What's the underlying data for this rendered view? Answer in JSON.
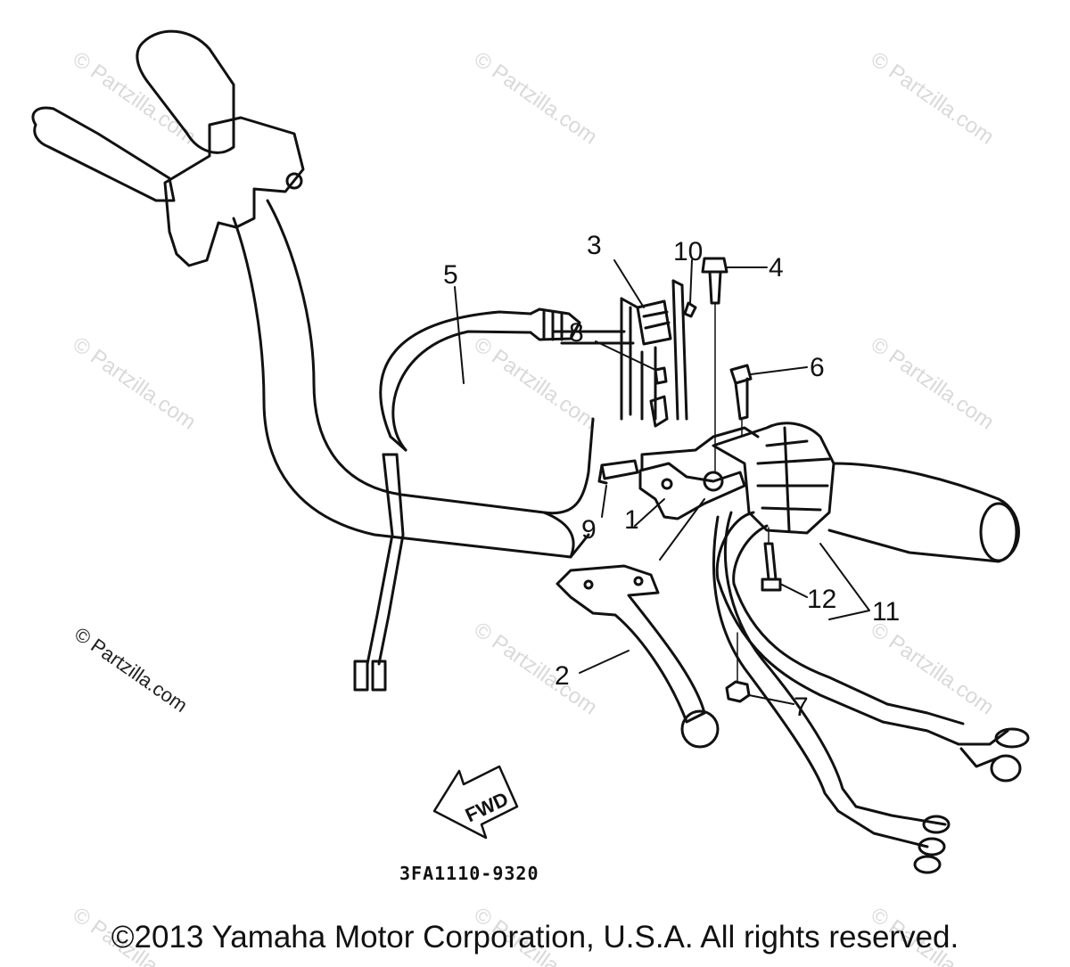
{
  "part_labels": {
    "p1": "1",
    "p2": "2",
    "p3": "3",
    "p4": "4",
    "p5": "5",
    "p6": "6",
    "p7": "7",
    "p8": "8",
    "p9": "9",
    "p10": "10",
    "p11": "11",
    "p12": "12"
  },
  "arrow_label": "FWD",
  "diagram_code": "3FA1110-9320",
  "watermark_text": "© Partzilla.com",
  "copyright": "©2013 Yamaha Motor Corporation, U.S.A. All rights reserved."
}
